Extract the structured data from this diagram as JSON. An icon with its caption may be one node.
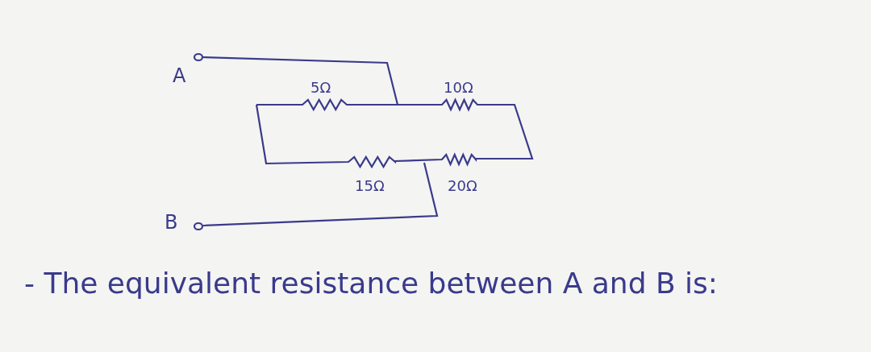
{
  "diagram": {
    "labels": [
      "A",
      "5Ω",
      "10Ω",
      "15Ω",
      "20Ω",
      "B",
      "- The equivalent resistance between A and B is:"
    ]
  }
}
